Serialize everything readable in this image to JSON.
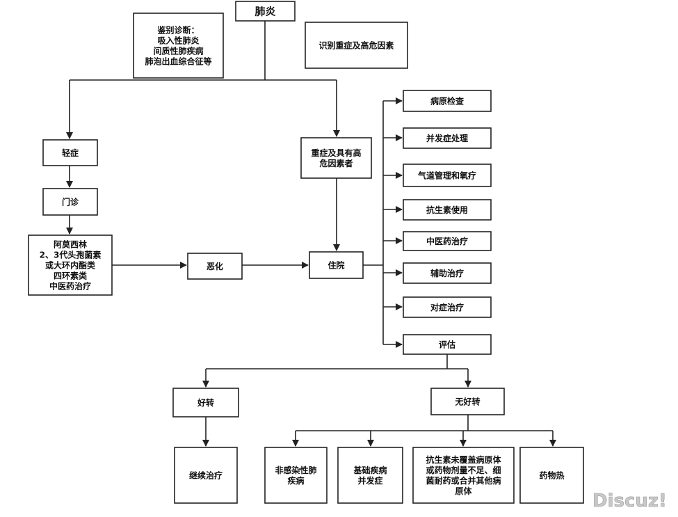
{
  "nodes": {
    "pneumonia": [
      "肺炎"
    ],
    "diff_dx": [
      "鉴别诊断：",
      "吸入性肺炎",
      "间质性肺疾病",
      "肺泡出血综合征等"
    ],
    "identify": [
      "识别重症及高危因素"
    ],
    "mild": [
      "轻症"
    ],
    "outpatient": [
      "门诊"
    ],
    "drugs": [
      "阿莫西林",
      "2、3代头孢菌素",
      "或大环内酯类",
      "四环素类",
      "中医药治疗"
    ],
    "worsen": [
      "恶化"
    ],
    "severe": [
      "重症及具有高",
      "危因素者"
    ],
    "hospital": [
      "住院"
    ],
    "pathogen": [
      "病原检查"
    ],
    "complication": [
      "并发症处理"
    ],
    "airway": [
      "气道管理和氧疗"
    ],
    "antibiotic": [
      "抗生素使用"
    ],
    "tcm": [
      "中医药治疗"
    ],
    "adjuvant": [
      "辅助治疗"
    ],
    "symptomatic": [
      "对症治疗"
    ],
    "evaluate": [
      "评估"
    ],
    "improve": [
      "好转"
    ],
    "no_improve": [
      "无好转"
    ],
    "continue": [
      "继续治疗"
    ],
    "noninfect": [
      "非感染性肺",
      "疾病"
    ],
    "underlying": [
      "基础疾病",
      "并发症"
    ],
    "coverage": [
      "抗生素未覆盖病原体",
      "或药物剂量不足、细",
      "菌耐药或合并其他病",
      "原体"
    ],
    "fever": [
      "药物热"
    ]
  },
  "watermark": "Discuz!"
}
